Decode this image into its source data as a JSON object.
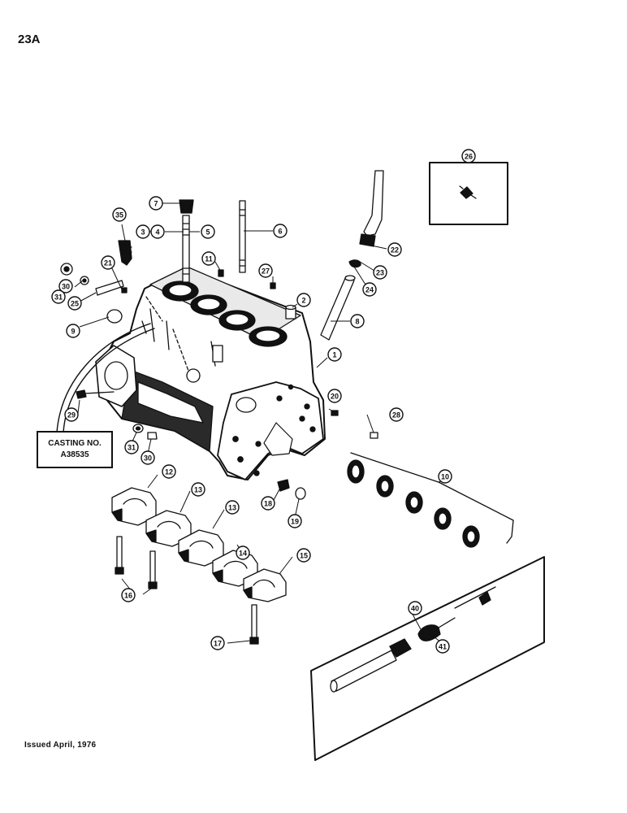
{
  "page_number": "23A",
  "issued_text": "Issued April, 1976",
  "casting_label": {
    "line1": "CASTING NO.",
    "line2": "A38535"
  },
  "callouts": [
    "1",
    "2",
    "3",
    "4",
    "5",
    "6",
    "7",
    "8",
    "9",
    "10",
    "11",
    "12",
    "13",
    "13",
    "14",
    "15",
    "16",
    "17",
    "18",
    "19",
    "20",
    "21",
    "22",
    "23",
    "24",
    "25",
    "26",
    "27",
    "28",
    "29",
    "30",
    "30",
    "31",
    "31",
    "35",
    "40",
    "41"
  ]
}
